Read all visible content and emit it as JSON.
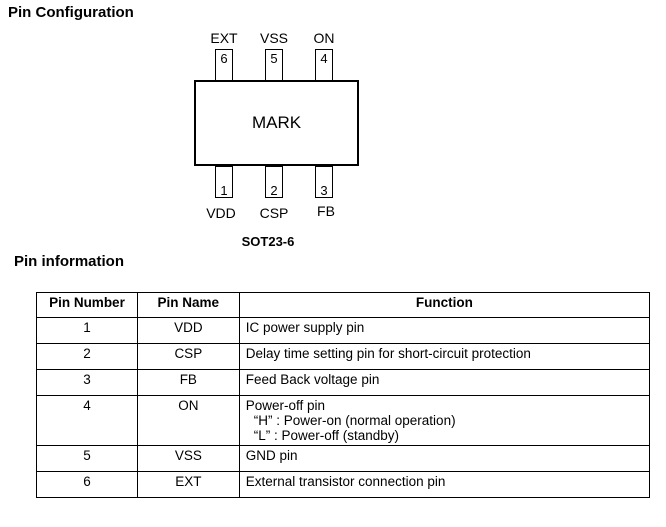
{
  "config_title": "Pin Configuration",
  "chip": {
    "mark": "MARK",
    "package": "SOT23-6",
    "top_pins": [
      {
        "number": "6",
        "name": "EXT"
      },
      {
        "number": "5",
        "name": "VSS"
      },
      {
        "number": "4",
        "name": "ON"
      }
    ],
    "bottom_pins": [
      {
        "number": "1",
        "name": "VDD"
      },
      {
        "number": "2",
        "name": "CSP"
      },
      {
        "number": "3",
        "name": "FB"
      }
    ]
  },
  "info_title": "Pin information",
  "table": {
    "headers": [
      "Pin Number",
      "Pin Name",
      "Function"
    ],
    "rows": [
      {
        "number": "1",
        "name": "VDD",
        "function": "IC power supply pin"
      },
      {
        "number": "2",
        "name": "CSP",
        "function": "Delay time setting pin for short-circuit protection"
      },
      {
        "number": "3",
        "name": "FB",
        "function": "Feed Back voltage pin"
      },
      {
        "number": "4",
        "name": "ON",
        "function": "Power-off pin",
        "sub_lines": [
          "“H” : Power-on (normal operation)",
          "“L” : Power-off (standby)"
        ]
      },
      {
        "number": "5",
        "name": "VSS",
        "function": "GND pin"
      },
      {
        "number": "6",
        "name": "EXT",
        "function": "External transistor connection pin"
      }
    ]
  }
}
